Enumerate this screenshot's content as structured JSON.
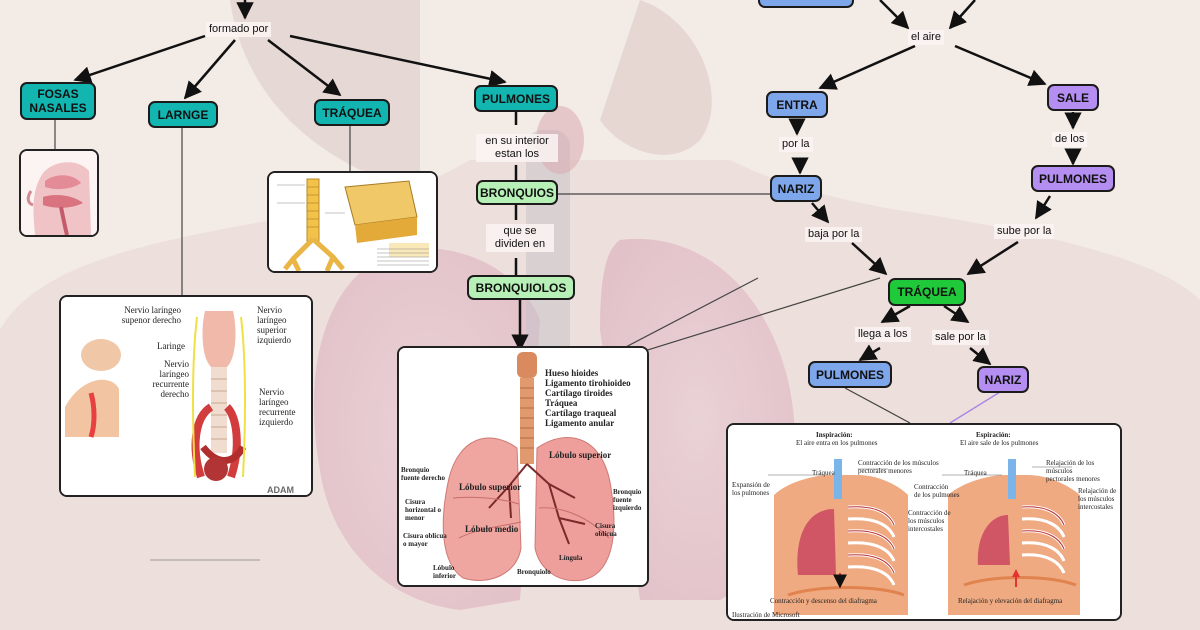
{
  "labels": {
    "formado_por": "formado por",
    "en_su_interior": "en su interior\nestan los",
    "que_se_dividen": "que se\ndividen en",
    "el_aire": "el aire",
    "por_la": "por la",
    "de_los": "de los",
    "baja_por_la": "baja por la",
    "sube_por_la": "sube por la",
    "llega_a_los": "llega a los",
    "sale_por_la": "sale por la"
  },
  "nodes": {
    "fosas_nasales": "FOSAS\nNASALES",
    "laringe": "LARNGE",
    "traquea_left": "TRÁQUEA",
    "pulmones_top": "PULMONES",
    "bronquios": "BRONQUIOS",
    "bronquiolos": "BRONQUIOLOS",
    "entra": "ENTRA",
    "sale": "SALE",
    "nariz_top": "NARIZ",
    "pulmones_right": "PULMONES",
    "traquea_center": "TRÁQUEA",
    "pulmones_bottom": "PULMONES",
    "nariz_bottom": "NARIZ"
  },
  "larynx_panel": {
    "l1": "Nervio laríngeo\nsupenor derecho",
    "l2": "Nervio\nlaríngeo\nsuperior\nizquierdo",
    "l3": "Laringe",
    "l4": "Nervio\nlaríngeo\nrecurrente\nderecho",
    "l5": "Nervio\nlaríngeo\nrecurrente\nizquierdo",
    "logo": "ADAM"
  },
  "lung_panel": {
    "hueso": "Hueso hioides",
    "lig_tiro": "Ligamento tirohioideo",
    "cart_tiro": "Cartílago tiroides",
    "traquea": "Tráquea",
    "cart_traq": "Cartílago traqueal",
    "lig_anular": "Ligamento anular",
    "lob_sup_r": "Lóbulo superior",
    "lob_sup_l": "Lóbulo superior",
    "bronquio_der": "Bronquio\nfuente derecho",
    "bronquio_izq": "Bronquio\nfuente\nizquierdo",
    "cisura_h": "Cisura\nhorizontal o\nmenor",
    "lob_medio": "Lóbulo medio",
    "cisura_ob": "Cisura oblicua\no mayor",
    "cisura_ob2": "Cisura\noblícua",
    "lingula": "Língula",
    "lob_inf": "Lóbulo\ninferior",
    "bronquiolo": "Bronquiolo"
  },
  "breath_panel": {
    "insp_title": "Inspiración:",
    "insp_sub": "El aire entra en los pulmones",
    "exp_title": "Espiración:",
    "exp_sub": "El aire sale de los pulmones",
    "traquea_a": "Tráquea",
    "traquea_b": "Tráquea",
    "exp_pulm": "Expansión de\nlos pulmones",
    "contr_musc": "Contracción de los músculos\npectorales menores",
    "contr_pulm": "Contracción\nde los pulmones",
    "contr_inter": "Contracción de\nlos músculos\nintercostales",
    "relaj_pect": "Relajación de los músculos\npectorales menores",
    "relaj_inter": "Relajación de\nlos músculos\nintercostales",
    "diafragma_a": "Contracción y descenso del diafragma",
    "diafragma_b": "Relajación y elevación del diafragma",
    "credit": "Ilustración de Microsoft"
  },
  "colors": {
    "teal": "#12b5b0",
    "light_green": "#b6f0b6",
    "green": "#1fc93a",
    "blue": "#7ea6ea",
    "purple": "#b48ef0"
  }
}
